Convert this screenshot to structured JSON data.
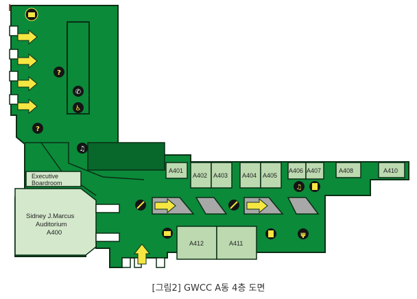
{
  "colors": {
    "floor": "#0b8a3a",
    "floor_dark": "#08672b",
    "outline": "#0a2e14",
    "room": "#bcd9b0",
    "lightroom": "#d4e8cb",
    "white": "#ffffff",
    "arrow": "#f5e642",
    "escalator": "#a8a8a8",
    "icon_bg": "#151515"
  },
  "rooms": {
    "a401": "A401",
    "a402": "A402",
    "a403": "A403",
    "a404": "A404",
    "a405": "A405",
    "a406": "A406",
    "a407": "A407",
    "a408": "A408",
    "a410": "A410",
    "a412": "A412",
    "a411": "A411",
    "executive_line1": "Executive",
    "executive_line2": "Boardroom",
    "auditorium_line1": "Sidney J.Marcus",
    "auditorium_line2": "Auditorium",
    "auditorium_line3": "A400"
  },
  "icons": [
    "camera-icon",
    "info-icon",
    "phone-icon",
    "phone-accessible-icon",
    "restroom-icon",
    "elevator-icon",
    "no-smoking-icon",
    "dining-icon",
    "escalator-icon",
    "arrow-icon"
  ],
  "caption": "[그림2] GWCC A동 4층 도면"
}
